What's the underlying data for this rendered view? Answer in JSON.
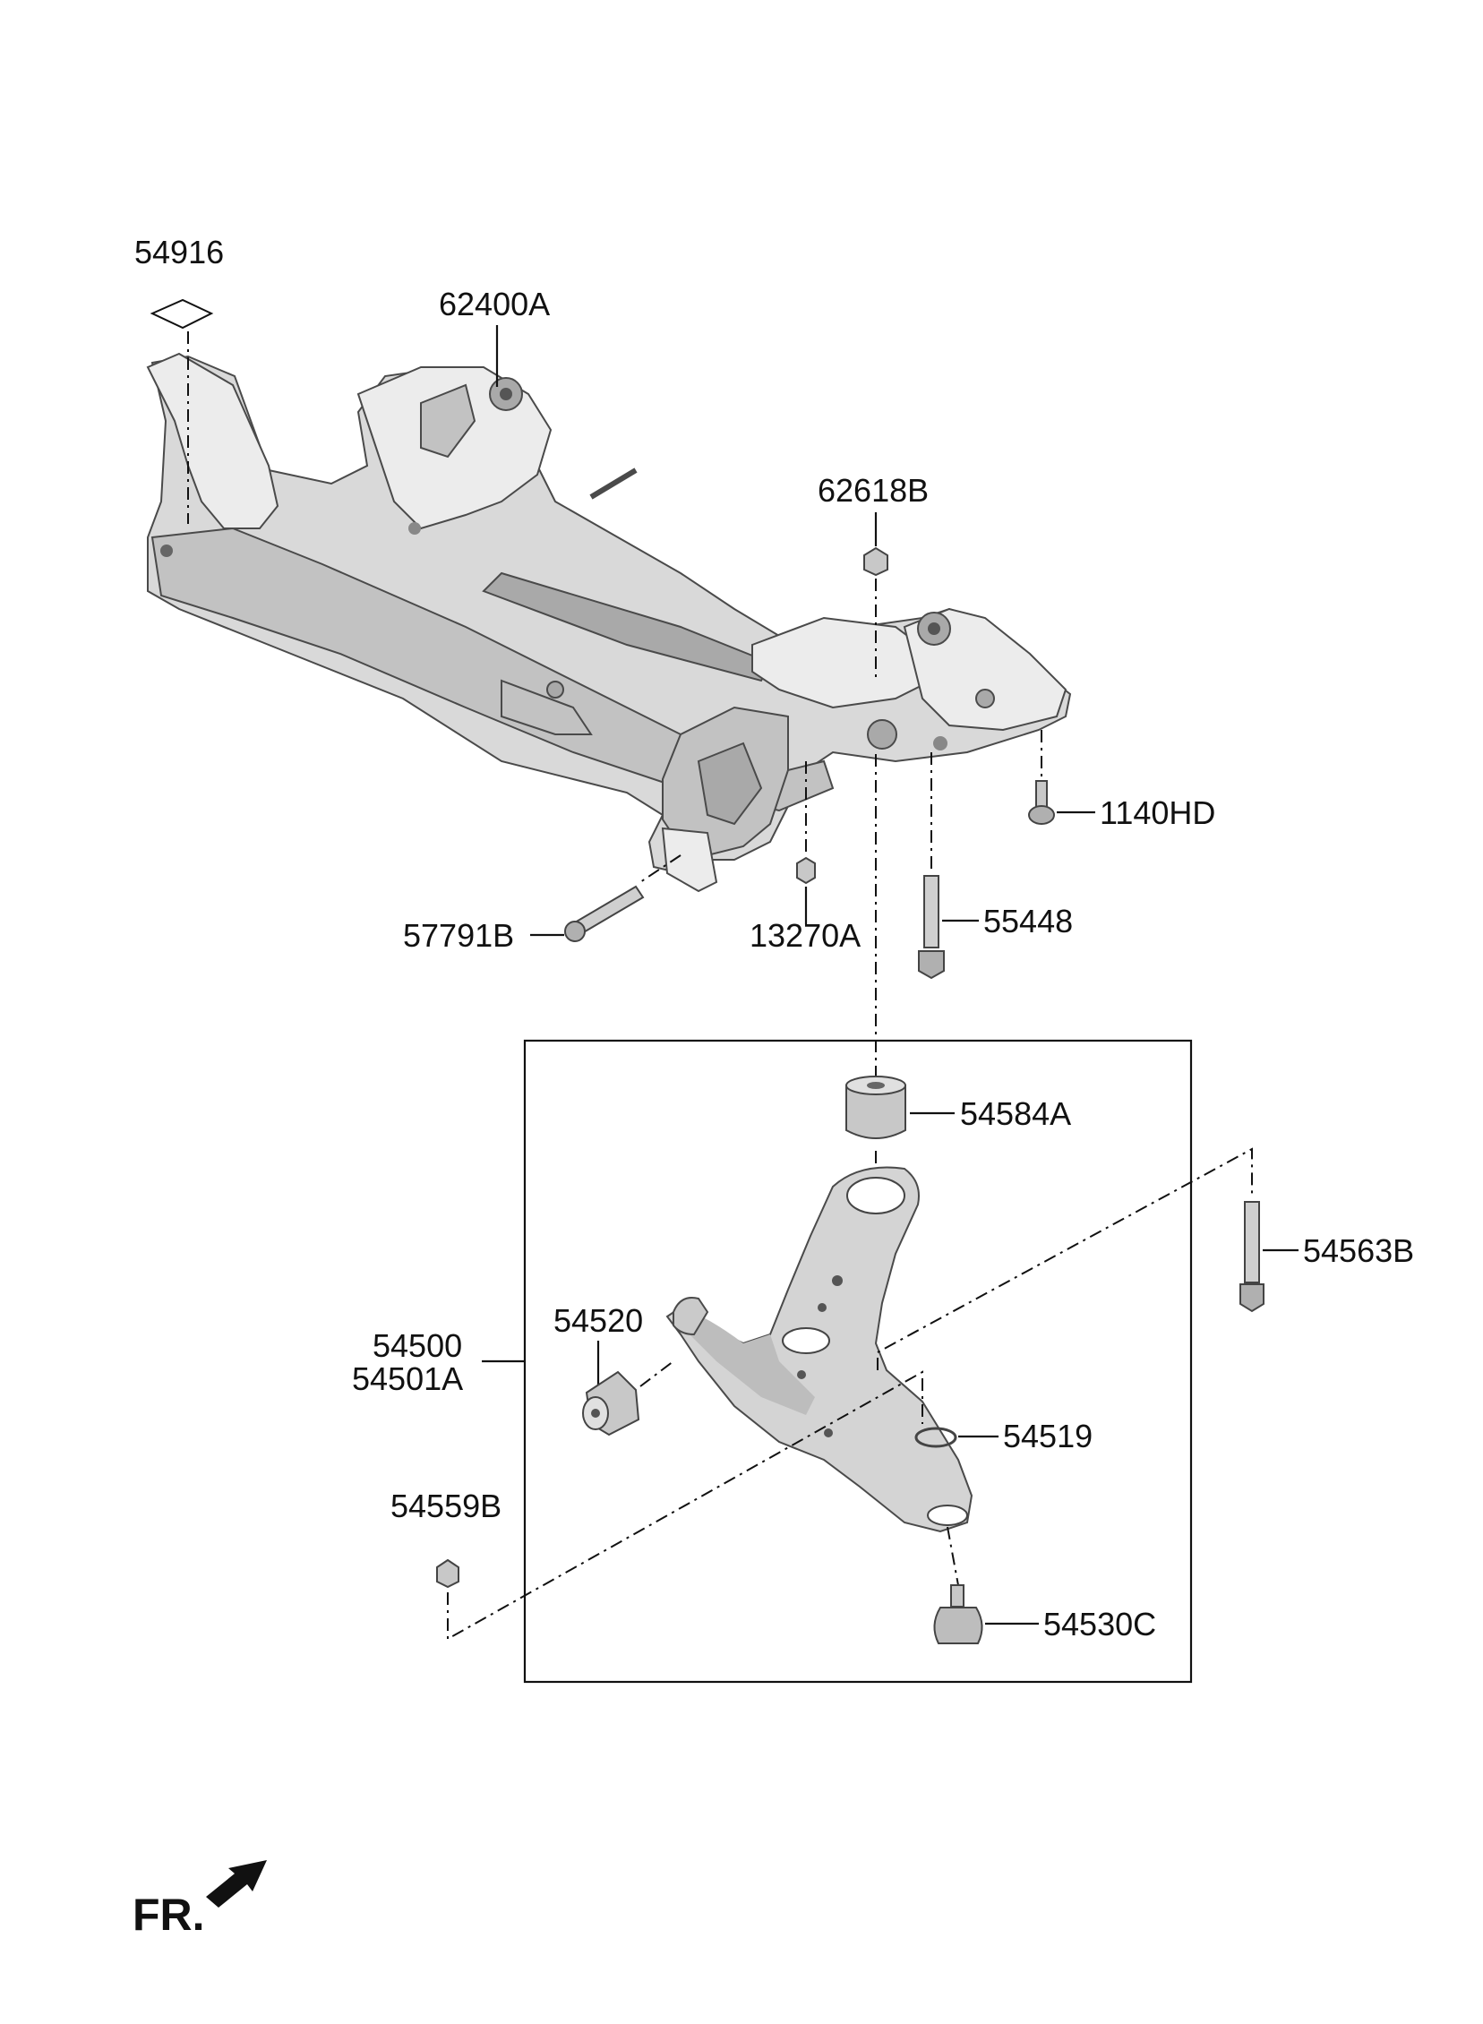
{
  "parts": {
    "p54916": "54916",
    "p62400A": "62400A",
    "p62618B": "62618B",
    "p1140HD": "1140HD",
    "p55448": "55448",
    "p13270A": "13270A",
    "p57791B": "57791B",
    "p54584A": "54584A",
    "p54563B": "54563B",
    "p54500": "54500",
    "p54501A": "54501A",
    "p54520": "54520",
    "p54519": "54519",
    "p54559B": "54559B",
    "p54530C": "54530C"
  },
  "direction_label": "FR.",
  "colors": {
    "line": "#111111",
    "part_fill": "#d4d4d4",
    "part_shadow": "#a9a9a9"
  }
}
